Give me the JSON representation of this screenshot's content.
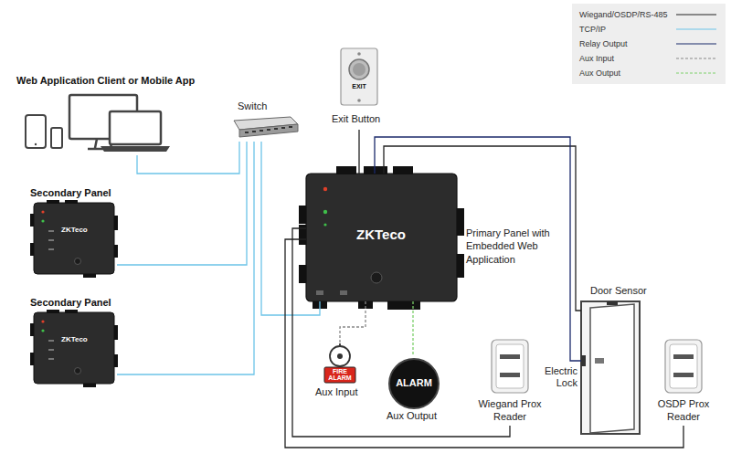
{
  "diagram": {
    "nodes": [
      {
        "text": [
          "Web Application Client or Mobile App"
        ]
      },
      {
        "text": [
          "Switch"
        ]
      },
      {
        "text": [
          "Secondary Panel",
          "ZKTeco"
        ]
      },
      {
        "text": [
          "Secondary Panel",
          "ZKTeco"
        ]
      },
      {
        "text": [
          "EXIT",
          "Exit Button"
        ]
      },
      {
        "text": [
          "ZKTeco",
          "Primary Panel with Embedded Web Application"
        ]
      },
      {
        "text": [
          "FIRE ALARM",
          "Aux Input"
        ]
      },
      {
        "text": [
          "ALARM",
          "Aux Output"
        ]
      },
      {
        "text": [
          "Wiegand Prox Reader"
        ]
      },
      {
        "text": [
          "Door Sensor",
          "Electric Lock"
        ]
      },
      {
        "text": [
          "OSDP Prox Reader"
        ]
      }
    ],
    "edges": [
      {
        "from": 0,
        "to": 1,
        "arrow": "none"
      },
      {
        "from": 1,
        "to": 2,
        "arrow": "none"
      },
      {
        "from": 1,
        "to": 3,
        "arrow": "none"
      },
      {
        "from": 1,
        "to": 5,
        "arrow": "none"
      },
      {
        "from": 4,
        "to": 5,
        "arrow": "none"
      },
      {
        "from": 5,
        "to": 9,
        "arrow": "none"
      },
      {
        "from": 5,
        "to": 9,
        "arrow": "none"
      },
      {
        "from": 5,
        "to": 6,
        "arrow": "none"
      },
      {
        "from": 5,
        "to": 7,
        "arrow": "none"
      },
      {
        "from": 5,
        "to": 8,
        "arrow": "none"
      },
      {
        "from": 5,
        "to": 10,
        "arrow": "none"
      }
    ],
    "legend": [
      {
        "text": "Wiegand/OSDP/RS-485"
      },
      {
        "text": "TCP/IP"
      },
      {
        "text": "Relay Output"
      },
      {
        "text": "Aux Input"
      },
      {
        "text": "Aux Output"
      }
    ]
  }
}
